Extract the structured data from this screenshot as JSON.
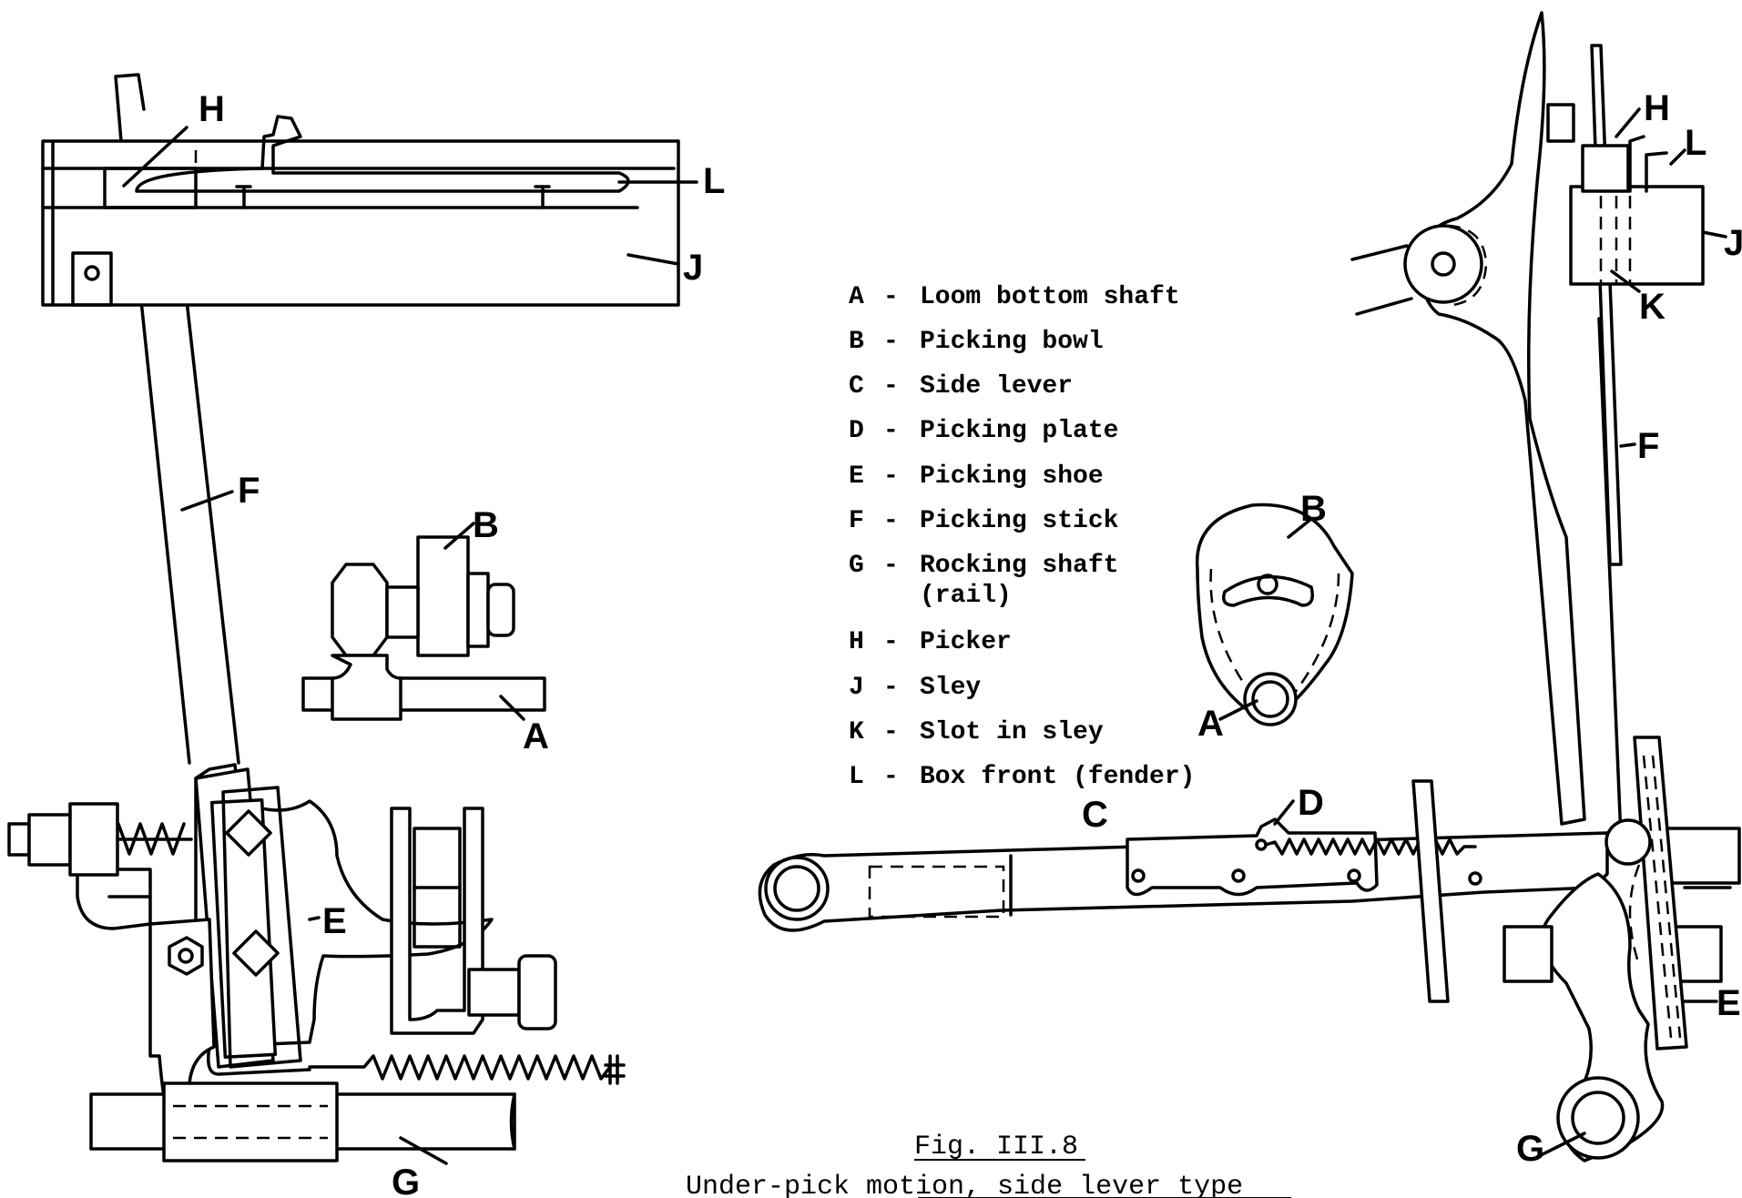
{
  "legend": [
    {
      "letter": "A",
      "text": "Loom bottom shaft"
    },
    {
      "letter": "B",
      "text": "Picking bowl"
    },
    {
      "letter": "C",
      "text": "Side lever"
    },
    {
      "letter": "D",
      "text": "Picking plate"
    },
    {
      "letter": "E",
      "text": "Picking shoe"
    },
    {
      "letter": "F",
      "text": "Picking stick"
    },
    {
      "letter": "G",
      "text": "Rocking shaft",
      "text2": "(rail)"
    },
    {
      "letter": "H",
      "text": "Picker"
    },
    {
      "letter": "J",
      "text": "Sley"
    },
    {
      "letter": "K",
      "text": "Slot in sley"
    },
    {
      "letter": "L",
      "text": "Box front (fender)"
    }
  ],
  "legend_dash": "-",
  "caption": {
    "figure": "Fig. III.8",
    "title": "Under-pick motion, side lever type"
  },
  "labels": {
    "A": "A",
    "B": "B",
    "C": "C",
    "D": "D",
    "E": "E",
    "F": "F",
    "G": "G",
    "H": "H",
    "J": "J",
    "K": "K",
    "L": "L"
  }
}
